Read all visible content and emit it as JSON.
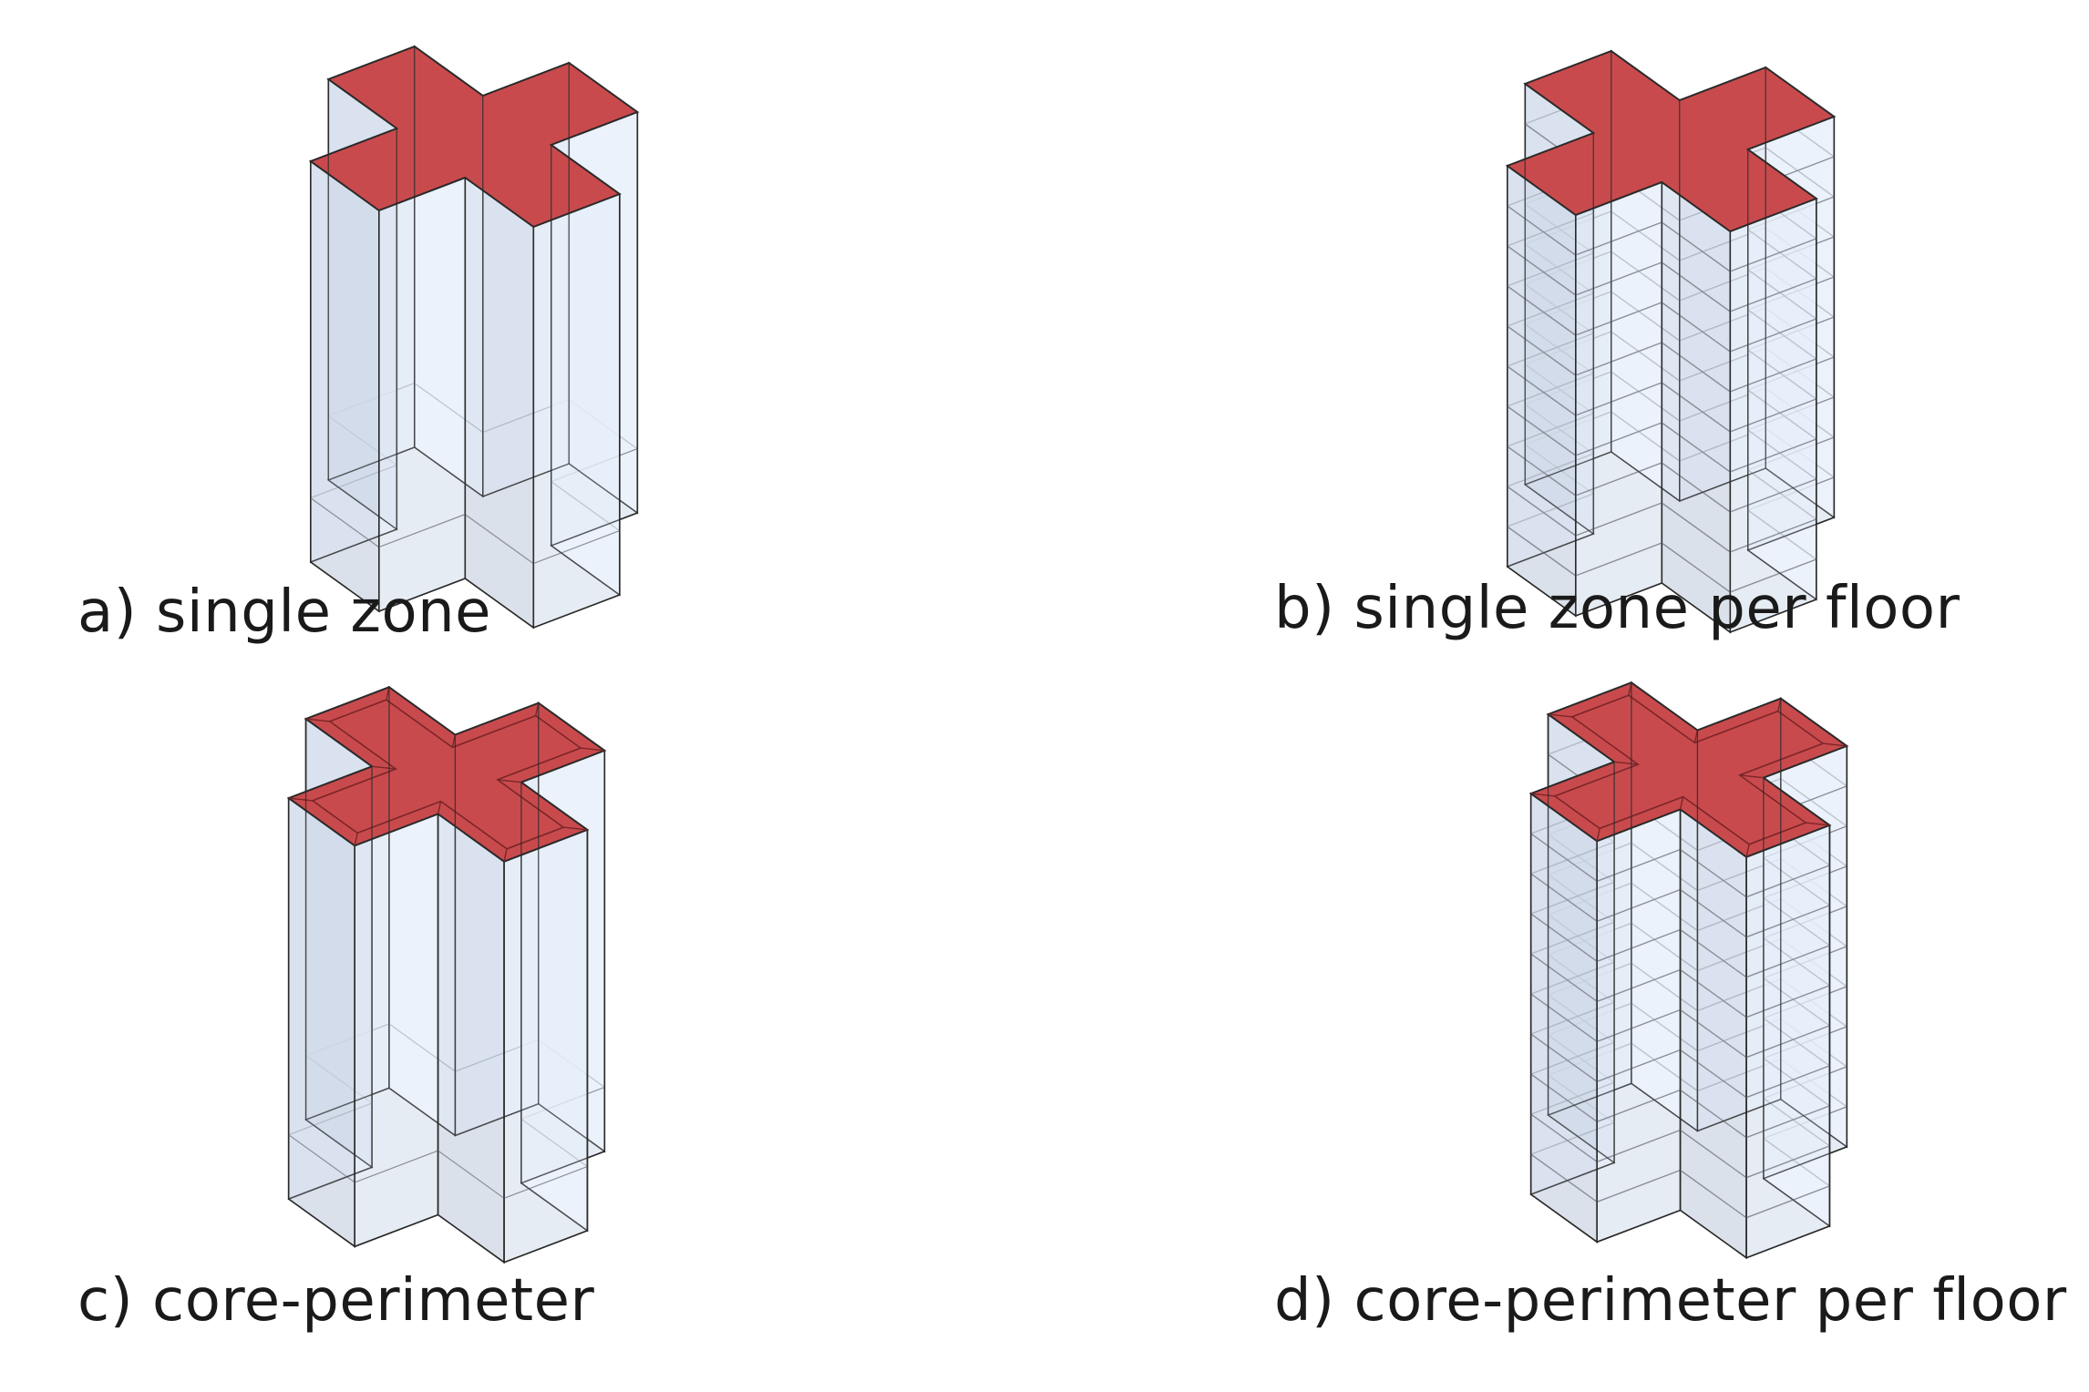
{
  "panels": [
    {
      "id": "a",
      "label": "a) single zone",
      "floors_split": false,
      "core_perimeter": false
    },
    {
      "id": "b",
      "label": "b) single zone per floor",
      "floors_split": true,
      "core_perimeter": false,
      "floor_count": 10
    },
    {
      "id": "c",
      "label": "c) core-perimeter",
      "floors_split": false,
      "core_perimeter": true
    },
    {
      "id": "d",
      "label": "d) core-perimeter per floor",
      "floors_split": true,
      "core_perimeter": true,
      "floor_count": 10
    }
  ],
  "colors": {
    "roof": "#c94a4d",
    "roof_edge": "#7a2628",
    "wall": "#e6eef9",
    "wall_shade": "#cfdaea",
    "edge": "#2a2a2a",
    "floor_line": "#8a8f98",
    "ground": "#d3d6db"
  }
}
